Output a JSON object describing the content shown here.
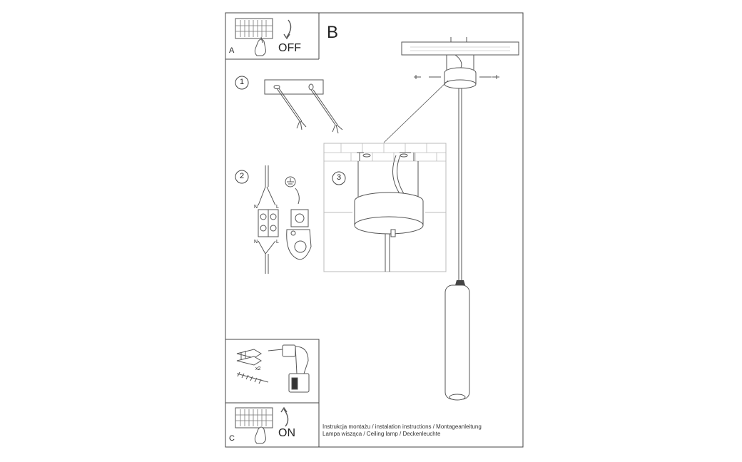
{
  "panel_a": {
    "letter": "A",
    "action": "OFF"
  },
  "panel_b": {
    "letter": "B"
  },
  "panel_c": {
    "letter": "C",
    "action": "ON"
  },
  "steps": {
    "step1": "1",
    "step2": "2",
    "step3": "3"
  },
  "wiring": {
    "n_top": "N",
    "l_top": "L",
    "n_bottom": "N",
    "l_bottom": "L"
  },
  "mounting": {
    "quantity": "x2"
  },
  "captions": {
    "line1": "Instrukcja montażu / instalation instructions / Montageanleitung",
    "line2": "Lampa wisząca / Ceiling lamp  / Deckenleuchte"
  }
}
